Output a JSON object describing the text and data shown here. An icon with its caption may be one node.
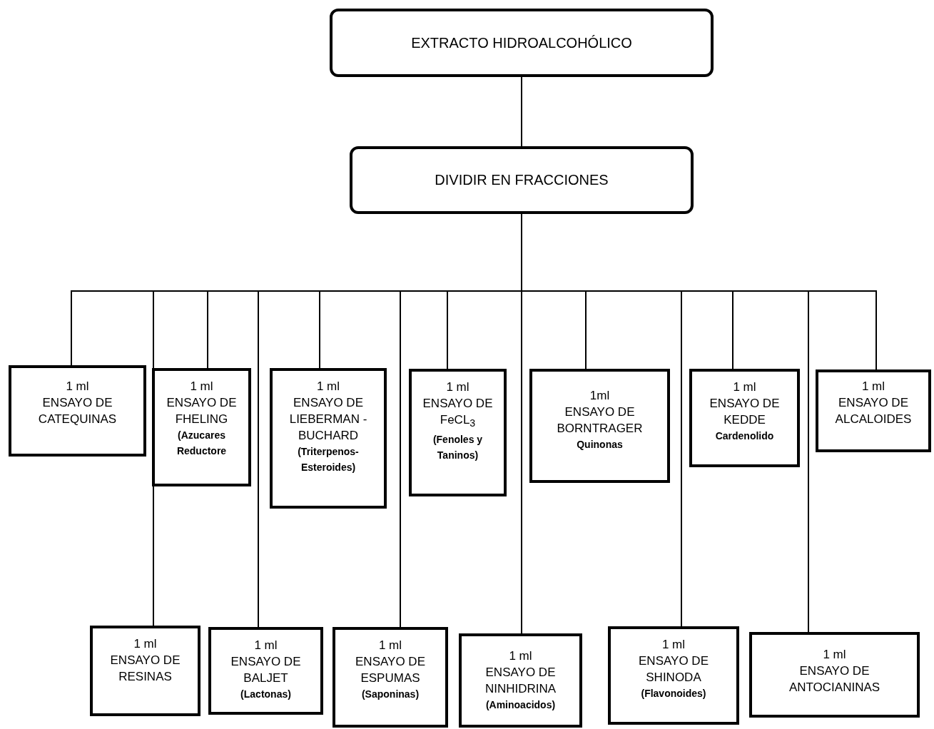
{
  "diagram": {
    "nodes": [
      {
        "text": [
          "EXTRACTO HIDROALCOHÓLICO"
        ]
      },
      {
        "text": [
          "DIVIDIR EN FRACCIONES"
        ]
      },
      {
        "text": [
          "1 ml",
          "ENSAYO DE CATEQUINAS"
        ]
      },
      {
        "text": [
          "1 ml",
          "ENSAYO DE FHELING",
          "(Azucares Reductore"
        ]
      },
      {
        "text": [
          "1 ml",
          "ENSAYO DE LIEBERMAN -BUCHARD",
          "(Triterpenos- Esteroides)"
        ]
      },
      {
        "text": [
          "1 ml",
          "ENSAYO DE FeCL$_{3}$",
          "(Fenoles y Taninos)"
        ]
      },
      {
        "text": [
          "1ml",
          "ENSAYO DE BORNTRAGER",
          "Quinonas"
        ]
      },
      {
        "text": [
          "1 ml",
          "ENSAYO DE KEDDE",
          "Cardenolido"
        ]
      },
      {
        "text": [
          "1 ml",
          "ENSAYO DE ALCALOIDES"
        ]
      },
      {
        "text": [
          "1 ml",
          "ENSAYO DE RESINAS"
        ]
      },
      {
        "text": [
          "1 ml",
          "ENSAYO DE BALJET",
          "(Lactonas)"
        ]
      },
      {
        "text": [
          "1 ml",
          "ENSAYO DE ESPUMAS",
          "(Saponinas)"
        ]
      },
      {
        "text": [
          "1 ml",
          "ENSAYO DE NINHIDRINA",
          "(Aminoacidos)"
        ]
      },
      {
        "text": [
          "1 ml",
          "ENSAYO DE SHINODA",
          "(Flavonoides)"
        ]
      },
      {
        "text": [
          "1 ml",
          "ENSAYO DE ANTOCIANINAS"
        ]
      }
    ],
    "edges": [
      {
        "from": 0,
        "to": 1,
        "arrow": "none"
      },
      {
        "from": 1,
        "to": 2,
        "arrow": "none"
      },
      {
        "from": 1,
        "to": 3,
        "arrow": "none"
      },
      {
        "from": 1,
        "to": 4,
        "arrow": "none"
      },
      {
        "from": 1,
        "to": 5,
        "arrow": "none"
      },
      {
        "from": 1,
        "to": 6,
        "arrow": "none"
      },
      {
        "from": 1,
        "to": 7,
        "arrow": "none"
      },
      {
        "from": 1,
        "to": 8,
        "arrow": "none"
      },
      {
        "from": 1,
        "to": 9,
        "arrow": "none"
      },
      {
        "from": 1,
        "to": 10,
        "arrow": "none"
      },
      {
        "from": 1,
        "to": 11,
        "arrow": "none"
      },
      {
        "from": 1,
        "to": 12,
        "arrow": "none"
      },
      {
        "from": 1,
        "to": 13,
        "arrow": "none"
      },
      {
        "from": 1,
        "to": 14,
        "arrow": "none"
      }
    ]
  }
}
